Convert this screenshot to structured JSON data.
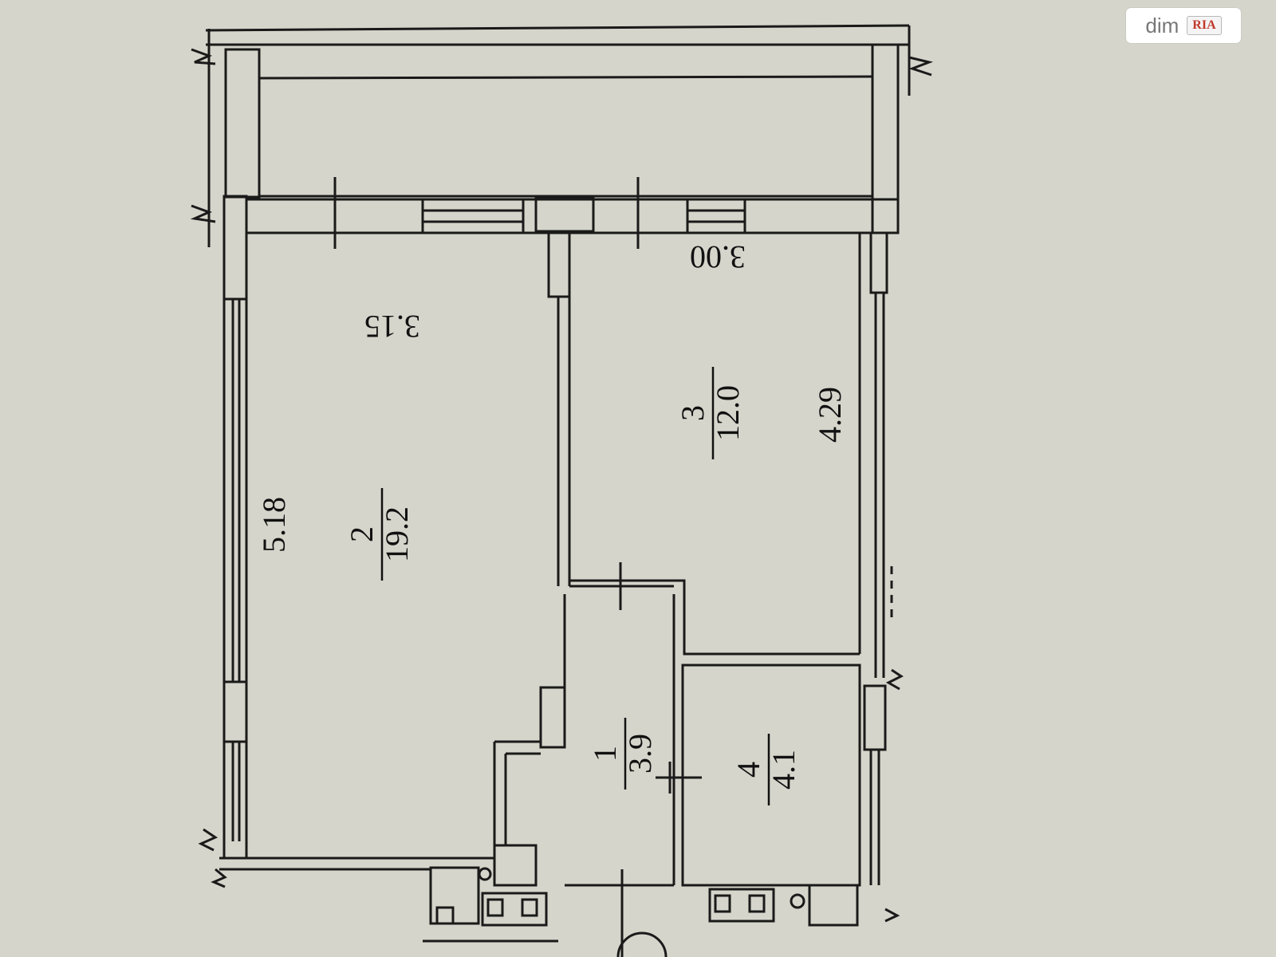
{
  "plan": {
    "rooms": [
      {
        "number": "1",
        "area": "3.9"
      },
      {
        "number": "2",
        "area": "19.2"
      },
      {
        "number": "3",
        "area": "12.0"
      },
      {
        "number": "4",
        "area": "4.1"
      }
    ],
    "dimensions": {
      "room2_top": "3.15",
      "room2_side": "5.18",
      "room3_top": "3.00",
      "room3_side": "4.29"
    }
  },
  "watermark": {
    "brand": "dim",
    "badge": "RIA"
  }
}
